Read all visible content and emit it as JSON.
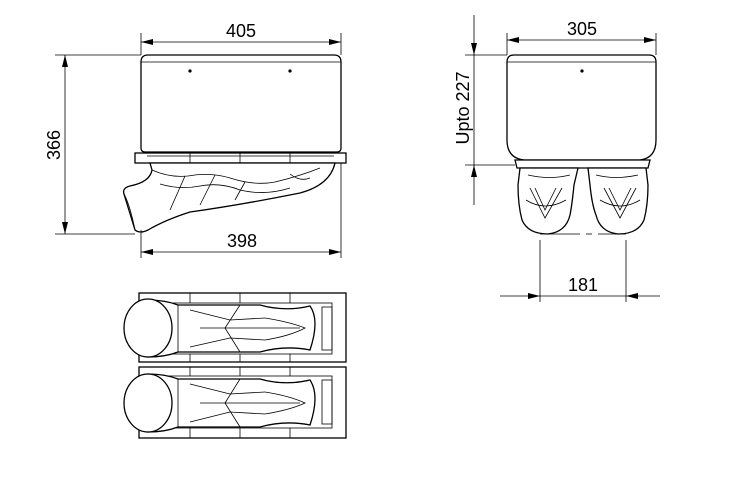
{
  "dimensions": {
    "side_width_top": "405",
    "side_height": "366",
    "side_width_bottom": "398",
    "front_width": "305",
    "front_height": "Upto 227",
    "nozzle_spacing": "181"
  },
  "views": [
    "side-view",
    "front-view",
    "top-view"
  ],
  "colors": {
    "line": "#000000",
    "background": "#ffffff"
  }
}
